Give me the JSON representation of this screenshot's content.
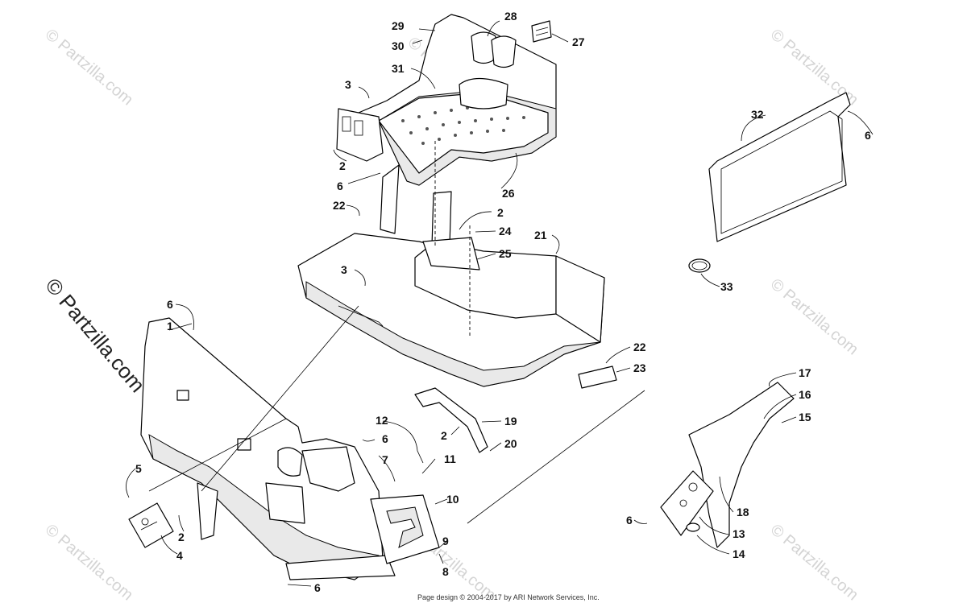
{
  "watermark": {
    "main_text": "© Partzilla.com",
    "tile_text": "© Partzilla.com"
  },
  "footer": {
    "text": "Page design © 2004-2017 by ARI Network Services, Inc."
  },
  "callouts": {
    "c1": "1",
    "c2a": "2",
    "c2b": "2",
    "c2c": "2",
    "c2d": "2",
    "c3a": "3",
    "c3b": "3",
    "c4": "4",
    "c5": "5",
    "c6a": "6",
    "c6b": "6",
    "c6c": "6",
    "c6d": "6",
    "c6e": "6",
    "c6f": "6",
    "c7": "7",
    "c8": "8",
    "c9": "9",
    "c10": "10",
    "c11": "11",
    "c12": "12",
    "c13": "13",
    "c14": "14",
    "c15": "15",
    "c16": "16",
    "c17": "17",
    "c18": "18",
    "c19": "19",
    "c20": "20",
    "c21": "21",
    "c22a": "22",
    "c22b": "22",
    "c23": "23",
    "c24": "24",
    "c25": "25",
    "c26": "26",
    "c27": "27",
    "c28": "28",
    "c29": "29",
    "c30": "30",
    "c31": "31",
    "c32": "32",
    "c33": "33"
  }
}
